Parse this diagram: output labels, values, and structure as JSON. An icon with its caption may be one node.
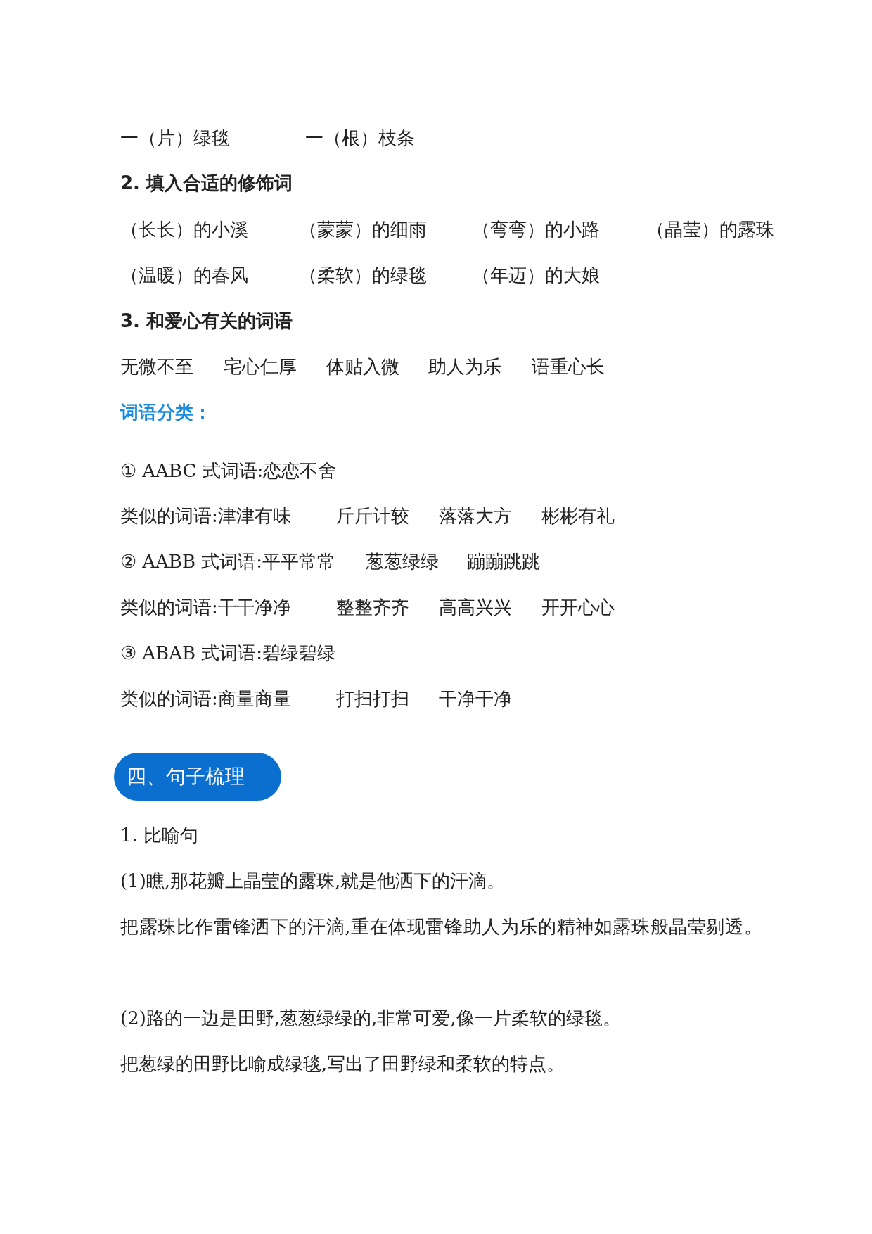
{
  "diagram": {
    "nodes": [
      {
        "text": [
          "四、句子梳理"
        ]
      }
    ],
    "labels": [
      "一（片）绿毯",
      "一（根）枝条",
      "2. 填入合适的修饰词",
      "（长长）的小溪",
      "（蒙蒙）的细雨",
      "（弯弯）的小路",
      "（晶莹）的露珠",
      "（温暖）的春风",
      "（柔软）的绿毯",
      "（年迈）的大娘",
      "3. 和爱心有关的词语",
      "无微不至",
      "宅心仁厚",
      "体贴入微",
      "助人为乐",
      "语重心长",
      "词语分类：",
      "① AABC 式词语:恋恋不舍",
      "类似的词语:津津有味",
      "斤斤计较",
      "落落大方",
      "彬彬有礼",
      "② AABB 式词语:平平常常",
      "葱葱绿绿",
      "蹦蹦跳跳",
      "类似的词语:干干净净",
      "整整齐齐",
      "高高兴兴",
      "开开心心",
      "③ ABAB 式词语:碧绿碧绿",
      "类似的词语:商量商量",
      "打扫打扫",
      "干净干净",
      "1. 比喻句",
      "(1)瞧,那花瓣上晶莹的露珠,就是他洒下的汗滴。",
      "把露珠比作雷锋洒下的汗滴,重在体现雷锋助人为乐的精神如露珠般晶莹剔透。",
      "(2)路的一边是田野,葱葱绿绿的,非常可爱,像一片柔软的绿毯。",
      "把葱绿的田野比喻成绿毯,写出了田野绿和柔软的特点。"
    ]
  }
}
